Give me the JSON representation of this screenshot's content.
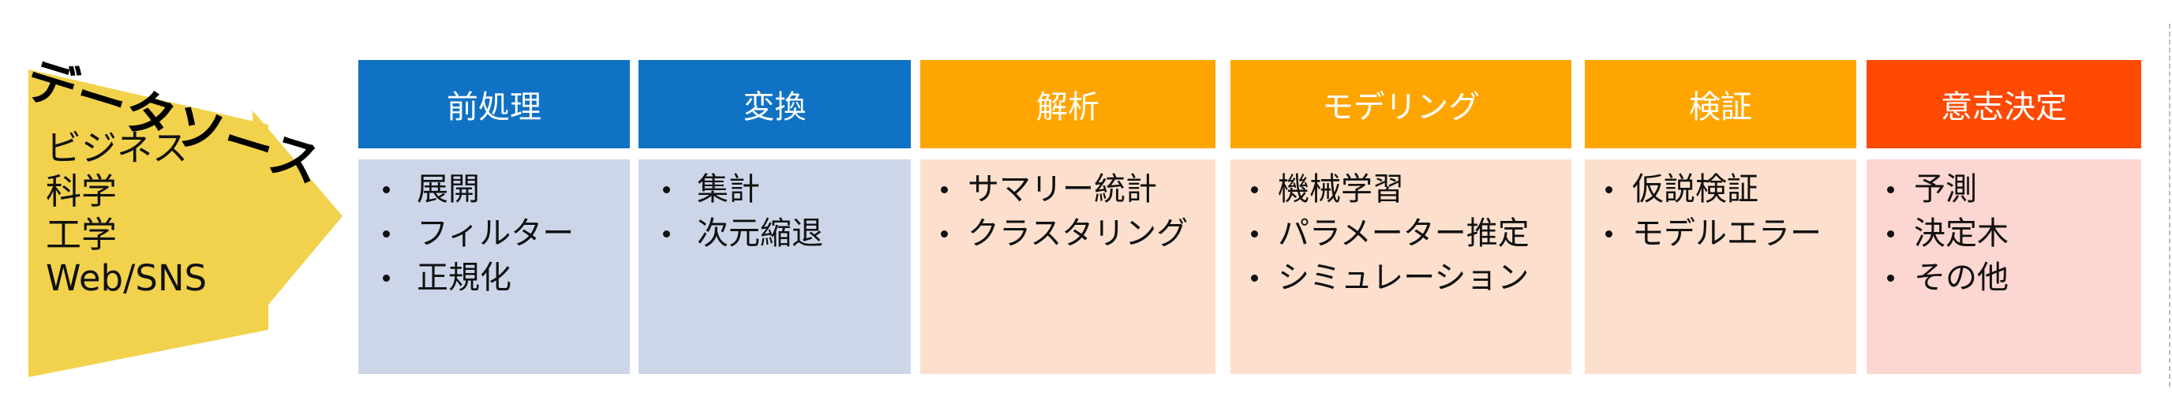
{
  "source": {
    "title": "データソース",
    "items": [
      "ビジネス",
      "科学",
      "工学",
      "Web/SNS"
    ]
  },
  "steps": [
    {
      "title": "前処理",
      "items": [
        "展開",
        "フィルター",
        "正規化"
      ]
    },
    {
      "title": "変換",
      "items": [
        "集計",
        "次元縮退"
      ]
    },
    {
      "title": "解析",
      "items": [
        "サマリー統計",
        "クラスタリング"
      ]
    },
    {
      "title": "モデリング",
      "items": [
        "機械学習",
        "パラメーター推定",
        "シミュレーション"
      ]
    },
    {
      "title": "検証",
      "items": [
        "仮説検証",
        "モデルエラー"
      ]
    },
    {
      "title": "意志決定",
      "items": [
        "予測",
        "決定木",
        "その他"
      ]
    }
  ],
  "colors": {
    "arrow": "#F2D24C",
    "blue_header": "#0F72C4",
    "blue_body": "#CDD6E9",
    "orange_header": "#FFA500",
    "orange_body": "#FCE0CD",
    "red_header": "#FF4A04",
    "red_body": "#FCD6D0"
  }
}
